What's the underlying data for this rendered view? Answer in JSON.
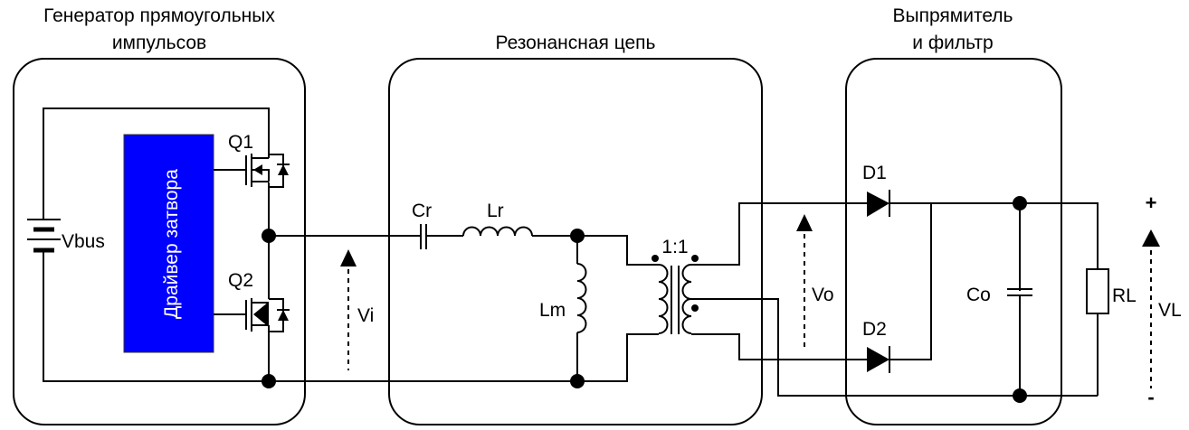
{
  "blocks": {
    "generator": {
      "title_line1": "Генератор прямоугольных",
      "title_line2": "импульсов"
    },
    "resonant": {
      "title": "Резонансная цепь"
    },
    "rectifier": {
      "title_line1": "Выпрямитель",
      "title_line2": "и фильтр"
    }
  },
  "driver": {
    "label": "Драйвер затвора",
    "color": "#0000ff",
    "text_color": "#ffffff"
  },
  "components": {
    "vbus": "Vbus",
    "q1": "Q1",
    "q2": "Q2",
    "cr": "Cr",
    "lr": "Lr",
    "lm": "Lm",
    "ratio": "1:1",
    "d1": "D1",
    "d2": "D2",
    "co": "Co",
    "rl": "RL"
  },
  "voltages": {
    "vi": "Vi",
    "vo": "Vo",
    "vl": "VL",
    "plus": "+",
    "minus": "-"
  }
}
